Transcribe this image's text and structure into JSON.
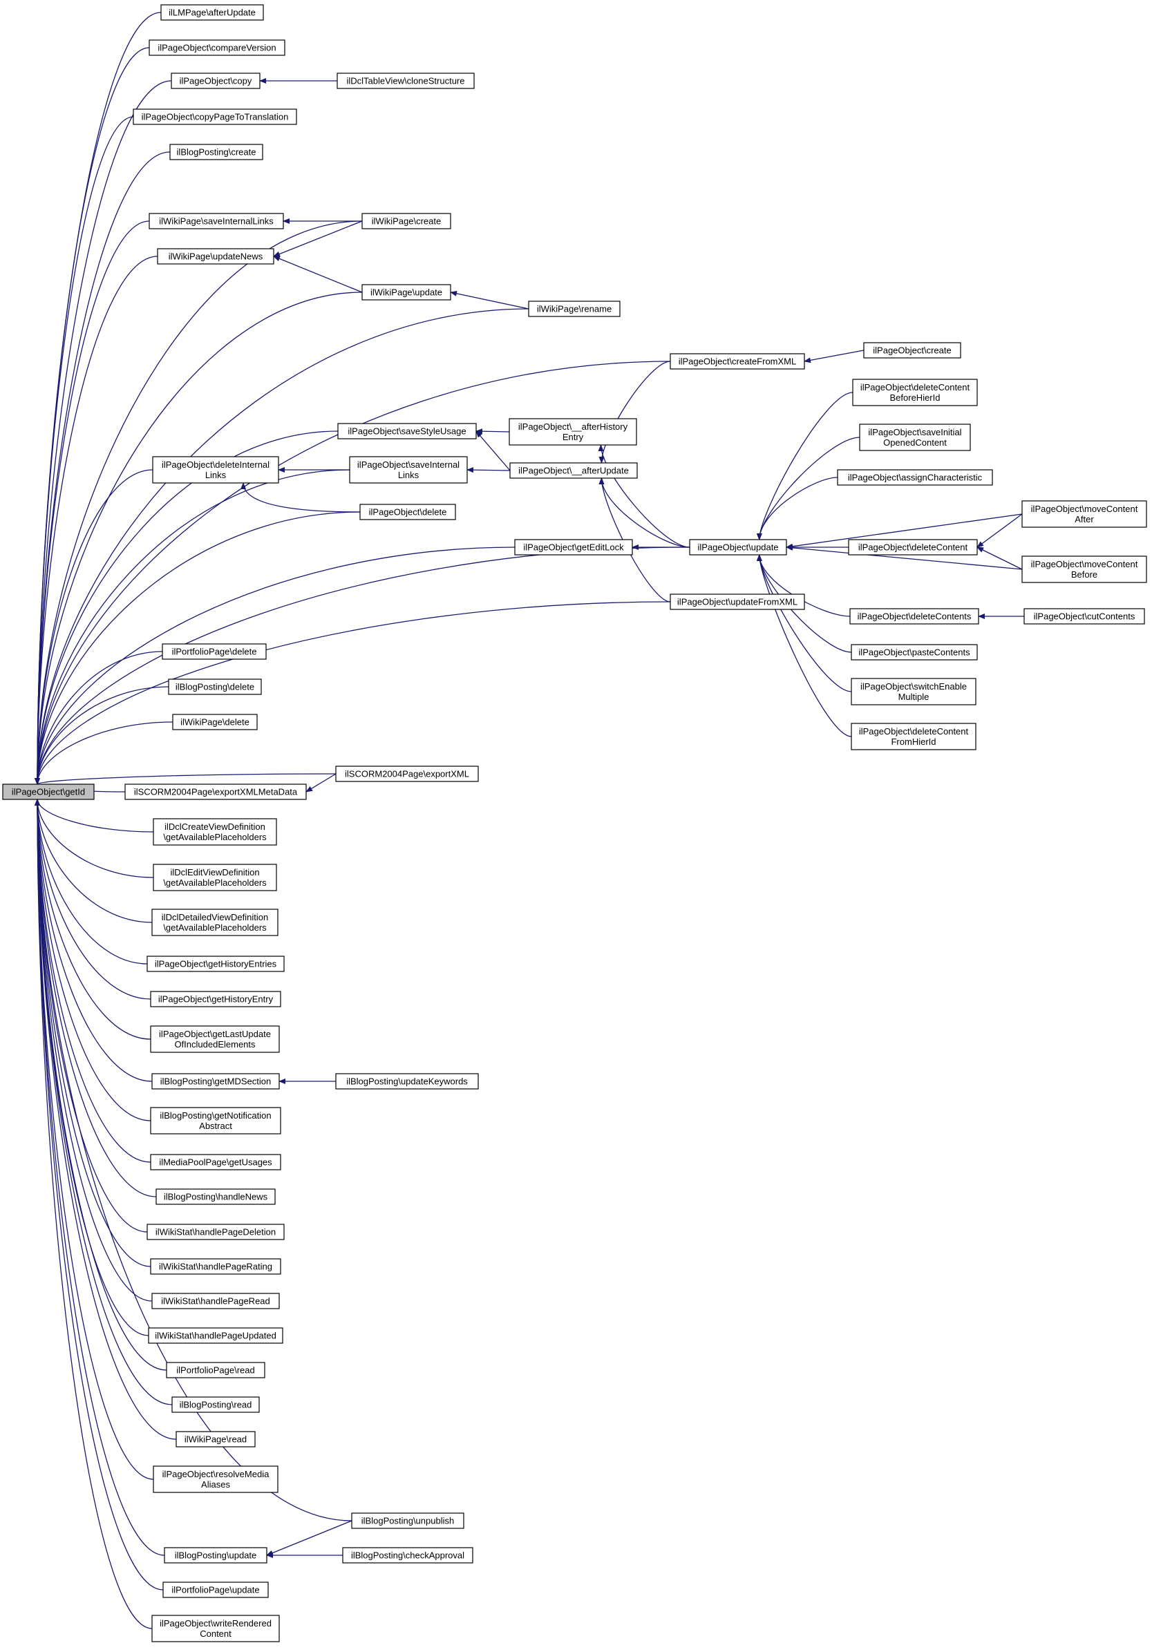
{
  "colors": {
    "edge": "#191970",
    "node_border": "#000000",
    "focus_fill": "#bfbfbf",
    "background": "#ffffff"
  },
  "nodes": {
    "root": [
      "ilPageObject\\getId"
    ],
    "lm_afterupdate": [
      "ilLMPage\\afterUpdate"
    ],
    "po_compareversion": [
      "ilPageObject\\compareVersion"
    ],
    "po_copy": [
      "ilPageObject\\copy"
    ],
    "dcl_clonestructure": [
      "ilDclTableView\\cloneStructure"
    ],
    "po_copytotrans": [
      "ilPageObject\\copyPageToTranslation"
    ],
    "blog_create": [
      "ilBlogPosting\\create"
    ],
    "wiki_saveinternallinks": [
      "ilWikiPage\\saveInternalLinks"
    ],
    "wiki_create": [
      "ilWikiPage\\create"
    ],
    "wiki_updatenews": [
      "ilWikiPage\\updateNews"
    ],
    "wiki_update": [
      "ilWikiPage\\update"
    ],
    "wiki_rename": [
      "ilWikiPage\\rename"
    ],
    "po_createfromxml": [
      "ilPageObject\\createFromXML"
    ],
    "po_create": [
      "ilPageObject\\create"
    ],
    "po_deletecontentbefore": [
      "ilPageObject\\deleteContent",
      "BeforeHierId"
    ],
    "po_savestyleusage": [
      "ilPageObject\\saveStyleUsage"
    ],
    "po_afterhistory": [
      "ilPageObject\\__afterHistory",
      "Entry"
    ],
    "po_saveinitial": [
      "ilPageObject\\saveInitial",
      "OpenedContent"
    ],
    "po_deleteinternal": [
      "ilPageObject\\deleteInternal",
      "Links"
    ],
    "po_saveinternal": [
      "ilPageObject\\saveInternal",
      "Links"
    ],
    "po_afterupdate": [
      "ilPageObject\\__afterUpdate"
    ],
    "po_assignchar": [
      "ilPageObject\\assignCharacteristic"
    ],
    "po_delete": [
      "ilPageObject\\delete"
    ],
    "po_movecontentafter": [
      "ilPageObject\\moveContent",
      "After"
    ],
    "po_geteditlock": [
      "ilPageObject\\getEditLock"
    ],
    "po_update": [
      "ilPageObject\\update"
    ],
    "po_deletecontent": [
      "ilPageObject\\deleteContent"
    ],
    "po_movecontentbefore": [
      "ilPageObject\\moveContent",
      "Before"
    ],
    "po_updatefromxml": [
      "ilPageObject\\updateFromXML"
    ],
    "po_deletecontents": [
      "ilPageObject\\deleteContents"
    ],
    "po_cutcontents": [
      "ilPageObject\\cutContents"
    ],
    "portfolio_delete": [
      "ilPortfolioPage\\delete"
    ],
    "po_pastecontents": [
      "ilPageObject\\pasteContents"
    ],
    "blog_delete": [
      "ilBlogPosting\\delete"
    ],
    "po_switchenable": [
      "ilPageObject\\switchEnable",
      "Multiple"
    ],
    "wiki_delete": [
      "ilWikiPage\\delete"
    ],
    "po_deletecontentfrom": [
      "ilPageObject\\deleteContent",
      "FromHierId"
    ],
    "scorm_exportxml": [
      "ilSCORM2004Page\\exportXML"
    ],
    "scorm_exportxmlmeta": [
      "ilSCORM2004Page\\exportXMLMetaData"
    ],
    "dcl_createview": [
      "ilDclCreateViewDefinition",
      "\\getAvailablePlaceholders"
    ],
    "dcl_editview": [
      "ilDclEditViewDefinition",
      "\\getAvailablePlaceholders"
    ],
    "dcl_detailedview": [
      "ilDclDetailedViewDefinition",
      "\\getAvailablePlaceholders"
    ],
    "po_gethistoryentries": [
      "ilPageObject\\getHistoryEntries"
    ],
    "po_gethistoryentry": [
      "ilPageObject\\getHistoryEntry"
    ],
    "po_getlastupdate": [
      "ilPageObject\\getLastUpdate",
      "OfIncludedElements"
    ],
    "blog_getmdsection": [
      "ilBlogPosting\\getMDSection"
    ],
    "blog_updatekeywords": [
      "ilBlogPosting\\updateKeywords"
    ],
    "blog_getnotification": [
      "ilBlogPosting\\getNotification",
      "Abstract"
    ],
    "mediapool_getusages": [
      "ilMediaPoolPage\\getUsages"
    ],
    "blog_handlenews": [
      "ilBlogPosting\\handleNews"
    ],
    "wikistat_deletion": [
      "ilWikiStat\\handlePageDeletion"
    ],
    "wikistat_rating": [
      "ilWikiStat\\handlePageRating"
    ],
    "wikistat_read": [
      "ilWikiStat\\handlePageRead"
    ],
    "wikistat_updated": [
      "ilWikiStat\\handlePageUpdated"
    ],
    "portfolio_read": [
      "ilPortfolioPage\\read"
    ],
    "blog_read": [
      "ilBlogPosting\\read"
    ],
    "wiki_read": [
      "ilWikiPage\\read"
    ],
    "po_resolvemedia": [
      "ilPageObject\\resolveMedia",
      "Aliases"
    ],
    "blog_unpublish": [
      "ilBlogPosting\\unpublish"
    ],
    "blog_update": [
      "ilBlogPosting\\update"
    ],
    "blog_checkapproval": [
      "ilBlogPosting\\checkApproval"
    ],
    "portfolio_update": [
      "ilPortfolioPage\\update"
    ],
    "po_writerendered": [
      "ilPageObject\\writeRendered",
      "Content"
    ]
  }
}
